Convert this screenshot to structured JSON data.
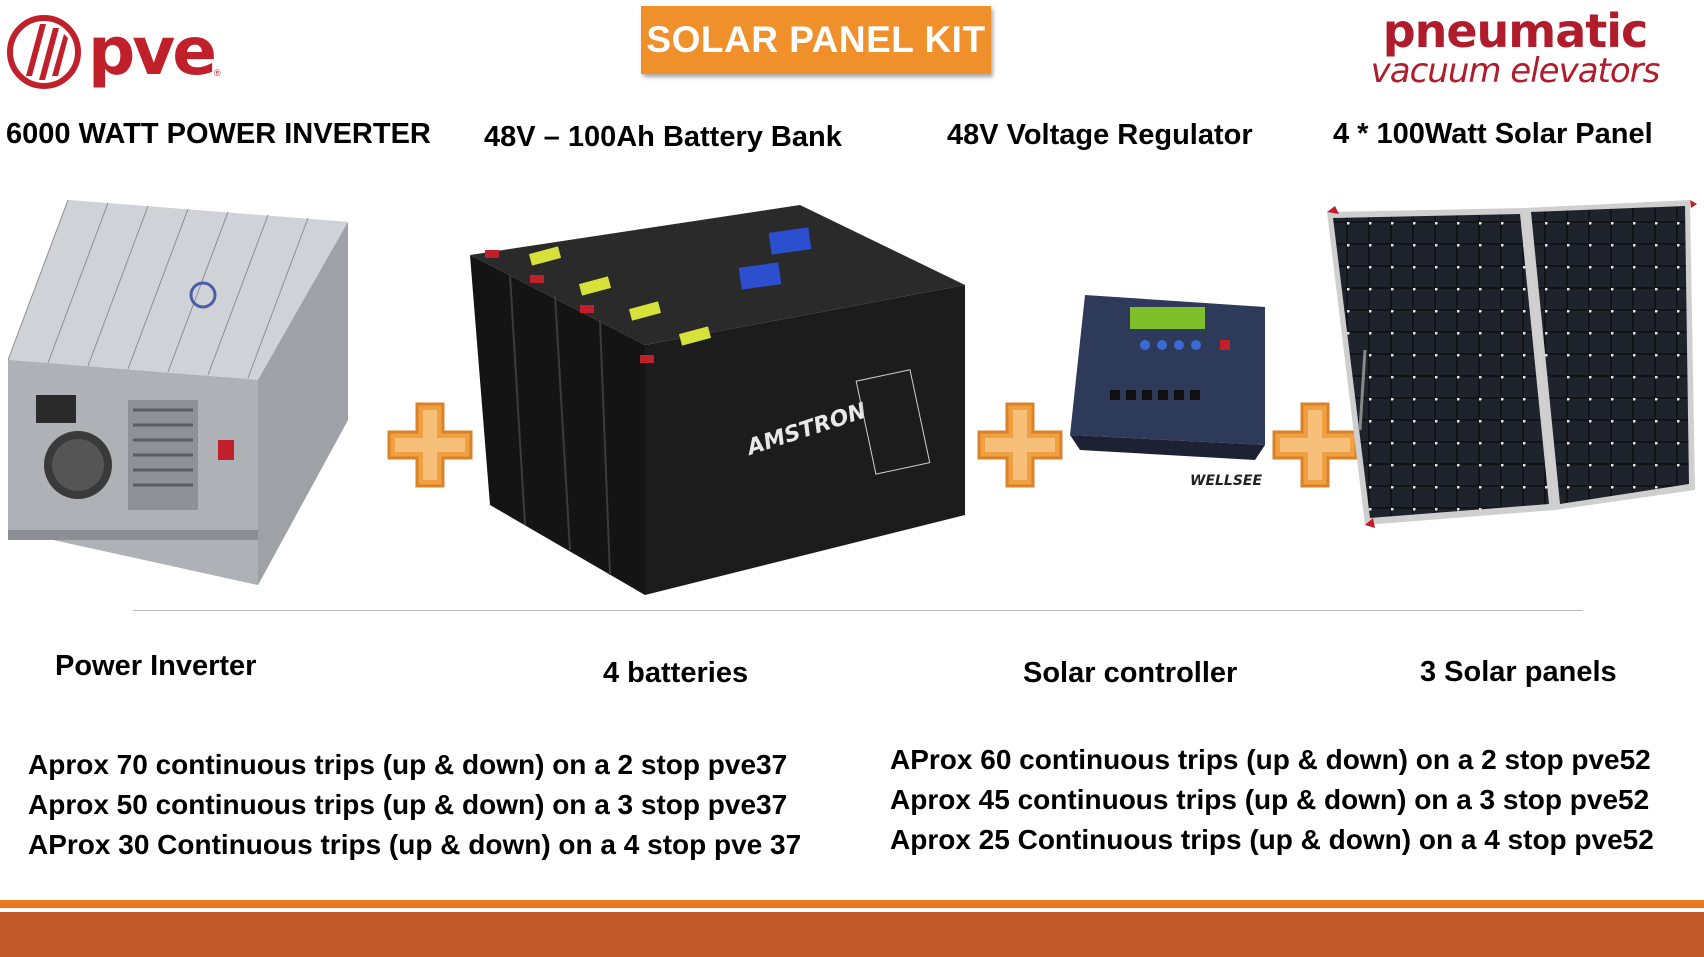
{
  "header": {
    "left_logo": {
      "text": "pve",
      "icon": "pve-logo-icon"
    },
    "title": "SOLAR PANEL KIT",
    "right_logo": {
      "line1": "pneumatic",
      "line2": "vacuum elevators"
    }
  },
  "products": [
    {
      "heading": "6000 WATT POWER INVERTER",
      "label": "Power Inverter"
    },
    {
      "heading": "48V – 100Ah Battery Bank",
      "label": "4 batteries"
    },
    {
      "heading": "48V Voltage Regulator",
      "label": "Solar controller"
    },
    {
      "heading": "4 * 100Watt Solar Panel",
      "label": "3 Solar panels"
    }
  ],
  "product_images": {
    "battery_brand": "AMSTRON",
    "controller_brand": "WELLSEE"
  },
  "trips": {
    "left": [
      "Aprox 70 continuous trips (up & down) on a 2 stop pve37",
      "Aprox 50 continuous trips (up & down) on a 3 stop pve37",
      "AProx 30 Continuous trips (up & down) on a 4 stop pve 37"
    ],
    "right": [
      "AProx 60 continuous trips (up & down) on a 2 stop pve52",
      "Aprox 45 continuous trips (up & down) on a 3 stop pve52",
      "Aprox 25 Continuous trips (up & down) on a 4 stop pve52"
    ]
  },
  "colors": {
    "title_bg": "#f0902a",
    "brand_red": "#c0202a",
    "plus_orange": "#f0a040",
    "footer_band": "#c1582a",
    "footer_line": "#e8791e"
  }
}
